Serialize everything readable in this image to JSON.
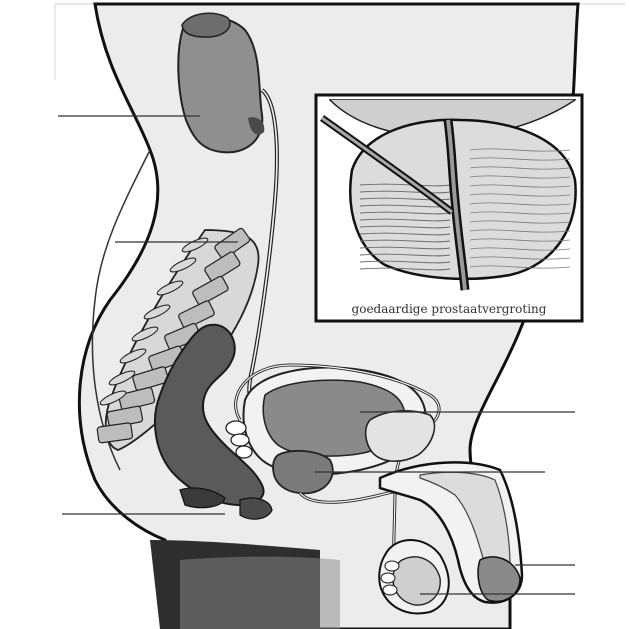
{
  "diagram": {
    "inset": {
      "caption": "goedaardige prostaatvergroting"
    },
    "leader_lines": [
      {
        "id": "kidney"
      },
      {
        "id": "spine"
      },
      {
        "id": "bladder"
      },
      {
        "id": "prostate"
      },
      {
        "id": "rectum"
      },
      {
        "id": "penis"
      },
      {
        "id": "testis"
      }
    ],
    "colors": {
      "ink": "#1a1a1a",
      "organ_dark": "#555555",
      "organ_mid": "#8c8c8c",
      "organ_light": "#bdbdbd",
      "body_fill": "#e9e9e9",
      "dark_floor": "#2a2a2a"
    }
  }
}
